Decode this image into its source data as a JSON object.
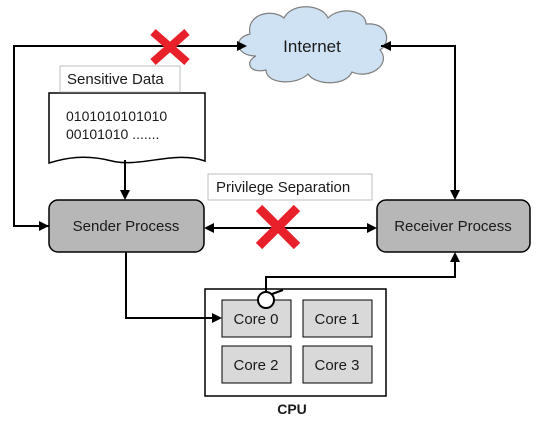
{
  "internet": {
    "label": "Internet"
  },
  "sensitive_data": {
    "title": "Sensitive Data",
    "line1": "0101010101010",
    "line2": "00101010 ......."
  },
  "privilege_separation": {
    "label": "Privilege Separation"
  },
  "sender": {
    "label": "Sender Process"
  },
  "receiver": {
    "label": "Receiver Process"
  },
  "cpu": {
    "label": "CPU",
    "cores": [
      "Core 0",
      "Core 1",
      "Core 2",
      "Core 3"
    ]
  },
  "colors": {
    "cloud_fill": "#cfe2f3",
    "process_fill": "#b7b7b7",
    "core_fill": "#d9d9d9",
    "cross": "#e8202a",
    "line": "#000000"
  }
}
